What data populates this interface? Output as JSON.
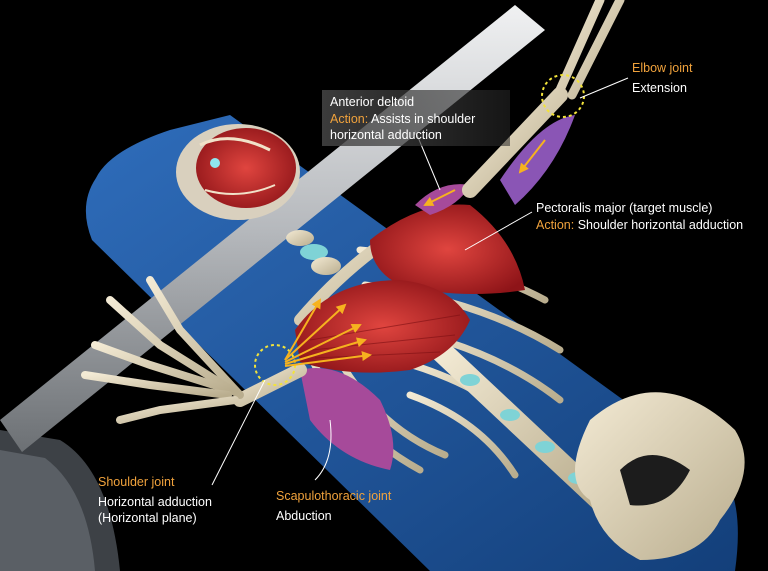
{
  "labels": {
    "elbow": {
      "title": "Elbow joint",
      "action": "Extension"
    },
    "deltoid": {
      "title": "Anterior deltoid",
      "action_key": "Action:",
      "action_text": "Assists in shoulder",
      "action_text2": "horizontal adduction"
    },
    "pectoralis": {
      "title": "Pectoralis major (target muscle)",
      "action_key": "Action:",
      "action_text": "Shoulder horizontal adduction"
    },
    "shoulder": {
      "title": "Shoulder joint",
      "line1": "Horizontal adduction",
      "line2": "(Horizontal plane)"
    },
    "scapulothoracic": {
      "title": "Scapulothoracic joint",
      "action": "Abduction"
    }
  },
  "colors": {
    "accent_label": "#f0a23c",
    "text": "#ffffff",
    "bench": "#1f5fa8",
    "bar": "#c9ccd0",
    "bone": "#e6dcc3",
    "muscle": "#c8242b",
    "secondary_muscle": "#a64a9a",
    "cartilage": "#7fd3d6",
    "joint_marker": "#f2e33a",
    "arrow": "#f6b21f"
  }
}
